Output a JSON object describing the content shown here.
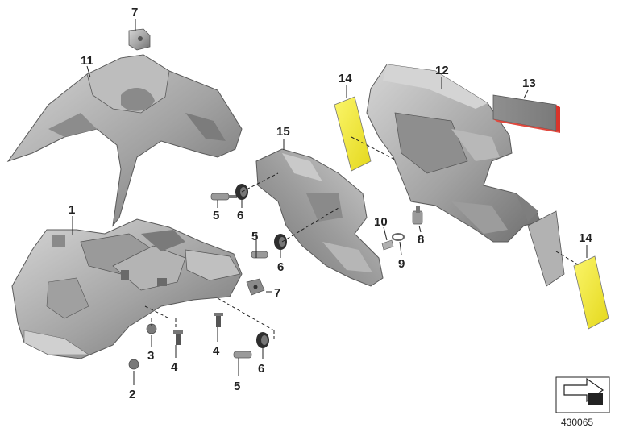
{
  "diagram": {
    "reference_number": "430065",
    "callouts": {
      "c1": "1",
      "c2": "2",
      "c3": "3",
      "c4a": "4",
      "c4b": "4",
      "c5a": "5",
      "c5b": "5",
      "c5c": "5",
      "c6a": "6",
      "c6b": "6",
      "c6c": "6",
      "c7a": "7",
      "c7b": "7",
      "c8": "8",
      "c9": "9",
      "c10": "10",
      "c11": "11",
      "c12": "12",
      "c13": "13",
      "c14a": "14",
      "c14b": "14",
      "c15": "15"
    },
    "colors": {
      "part_fill": "#a6a6a6",
      "part_light": "#cfcfcf",
      "part_dark": "#6e6e6e",
      "reflector_yellow": "#f2ea2e",
      "reflector_red": "#d9342b",
      "line": "#222222"
    }
  }
}
